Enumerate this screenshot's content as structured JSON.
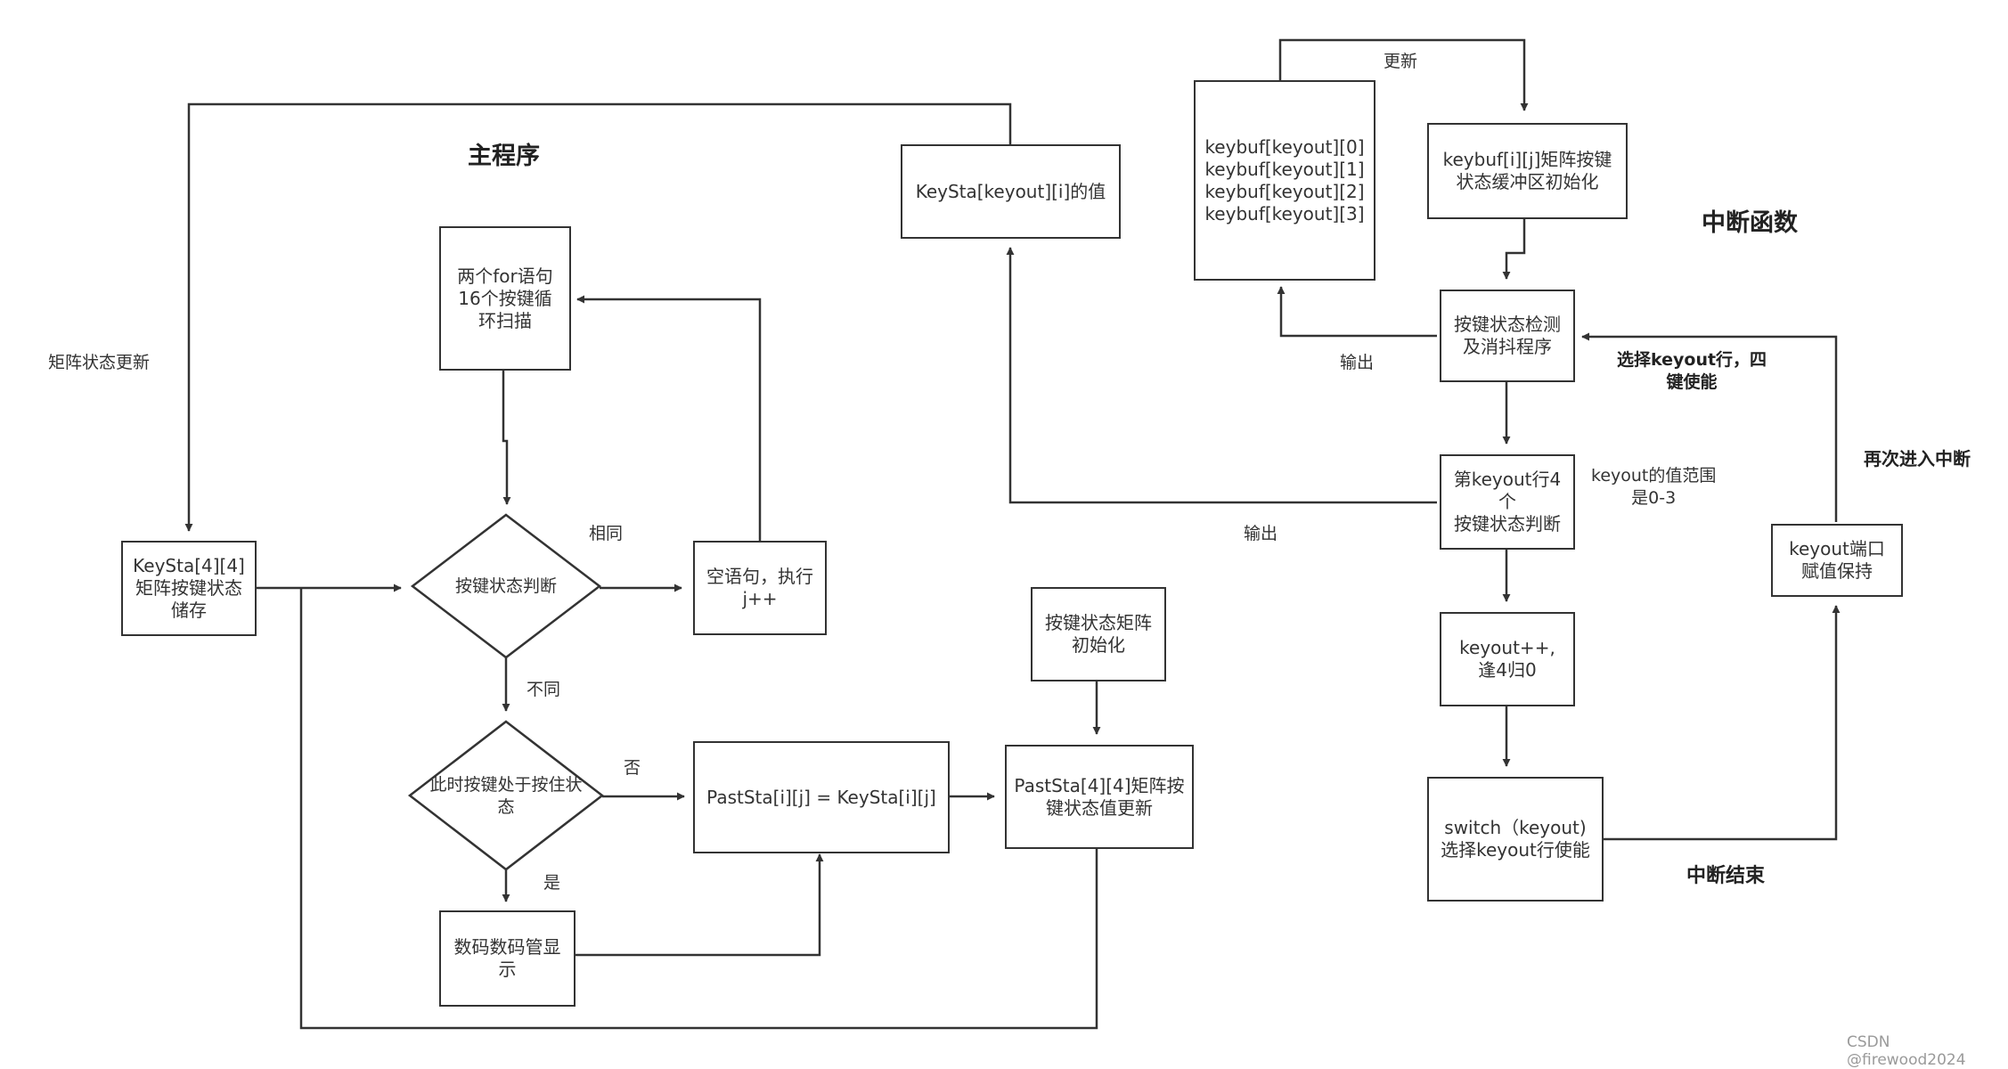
{
  "titles": {
    "main_program": "主程序",
    "interrupt_function": "中断函数",
    "interrupt_end": "中断结束",
    "reenter_interrupt": "再次进入中断",
    "select_row_enable": "选择keyout行，四\n键使能"
  },
  "nodes": {
    "keysta_store": "KeySta[4][4]\n矩阵按键状态\n储存",
    "two_for_loops": "两个for语句\n16个按键循\n环扫描",
    "key_state_judge": "按键状态判断",
    "empty_stmt": "空语句，执行\nj++",
    "pressed_check": "此时按键处于按住状\n态",
    "paststa_assign": "PastSta[i][j] = KeySta[i][j]",
    "paststa_update": "PastSta[4][4]矩阵按\n键状态值更新",
    "matrix_init": "按键状态矩阵\n初始化",
    "seg_display": "数码数码管显\n示",
    "keysta_value": "KeySta[keyout][i]的值",
    "keybuf_list": "keybuf[keyout][0]\nkeybuf[keyout][1]\nkeybuf[keyout][2]\nkeybuf[keyout][3]",
    "keybuf_init": "keybuf[i][j]矩阵按键\n状态缓冲区初始化",
    "detect_debounce": "按键状态检测\n及消抖程序",
    "row_judge": "第keyout行4\n个\n按键状态判断",
    "keyout_inc": "keyout++,\n逢4归0",
    "switch_keyout": "switch（keyout)\n选择keyout行使能",
    "port_hold": "keyout端口\n赋值保持"
  },
  "edge_labels": {
    "matrix_update": "矩阵状态更新",
    "same": "相同",
    "different": "不同",
    "no": "否",
    "yes": "是",
    "refresh": "更新",
    "output_top": "输出",
    "output_mid": "输出",
    "keyout_range": "keyout的值范围\n是0-3"
  },
  "watermark": "CSDN @firewood2024"
}
